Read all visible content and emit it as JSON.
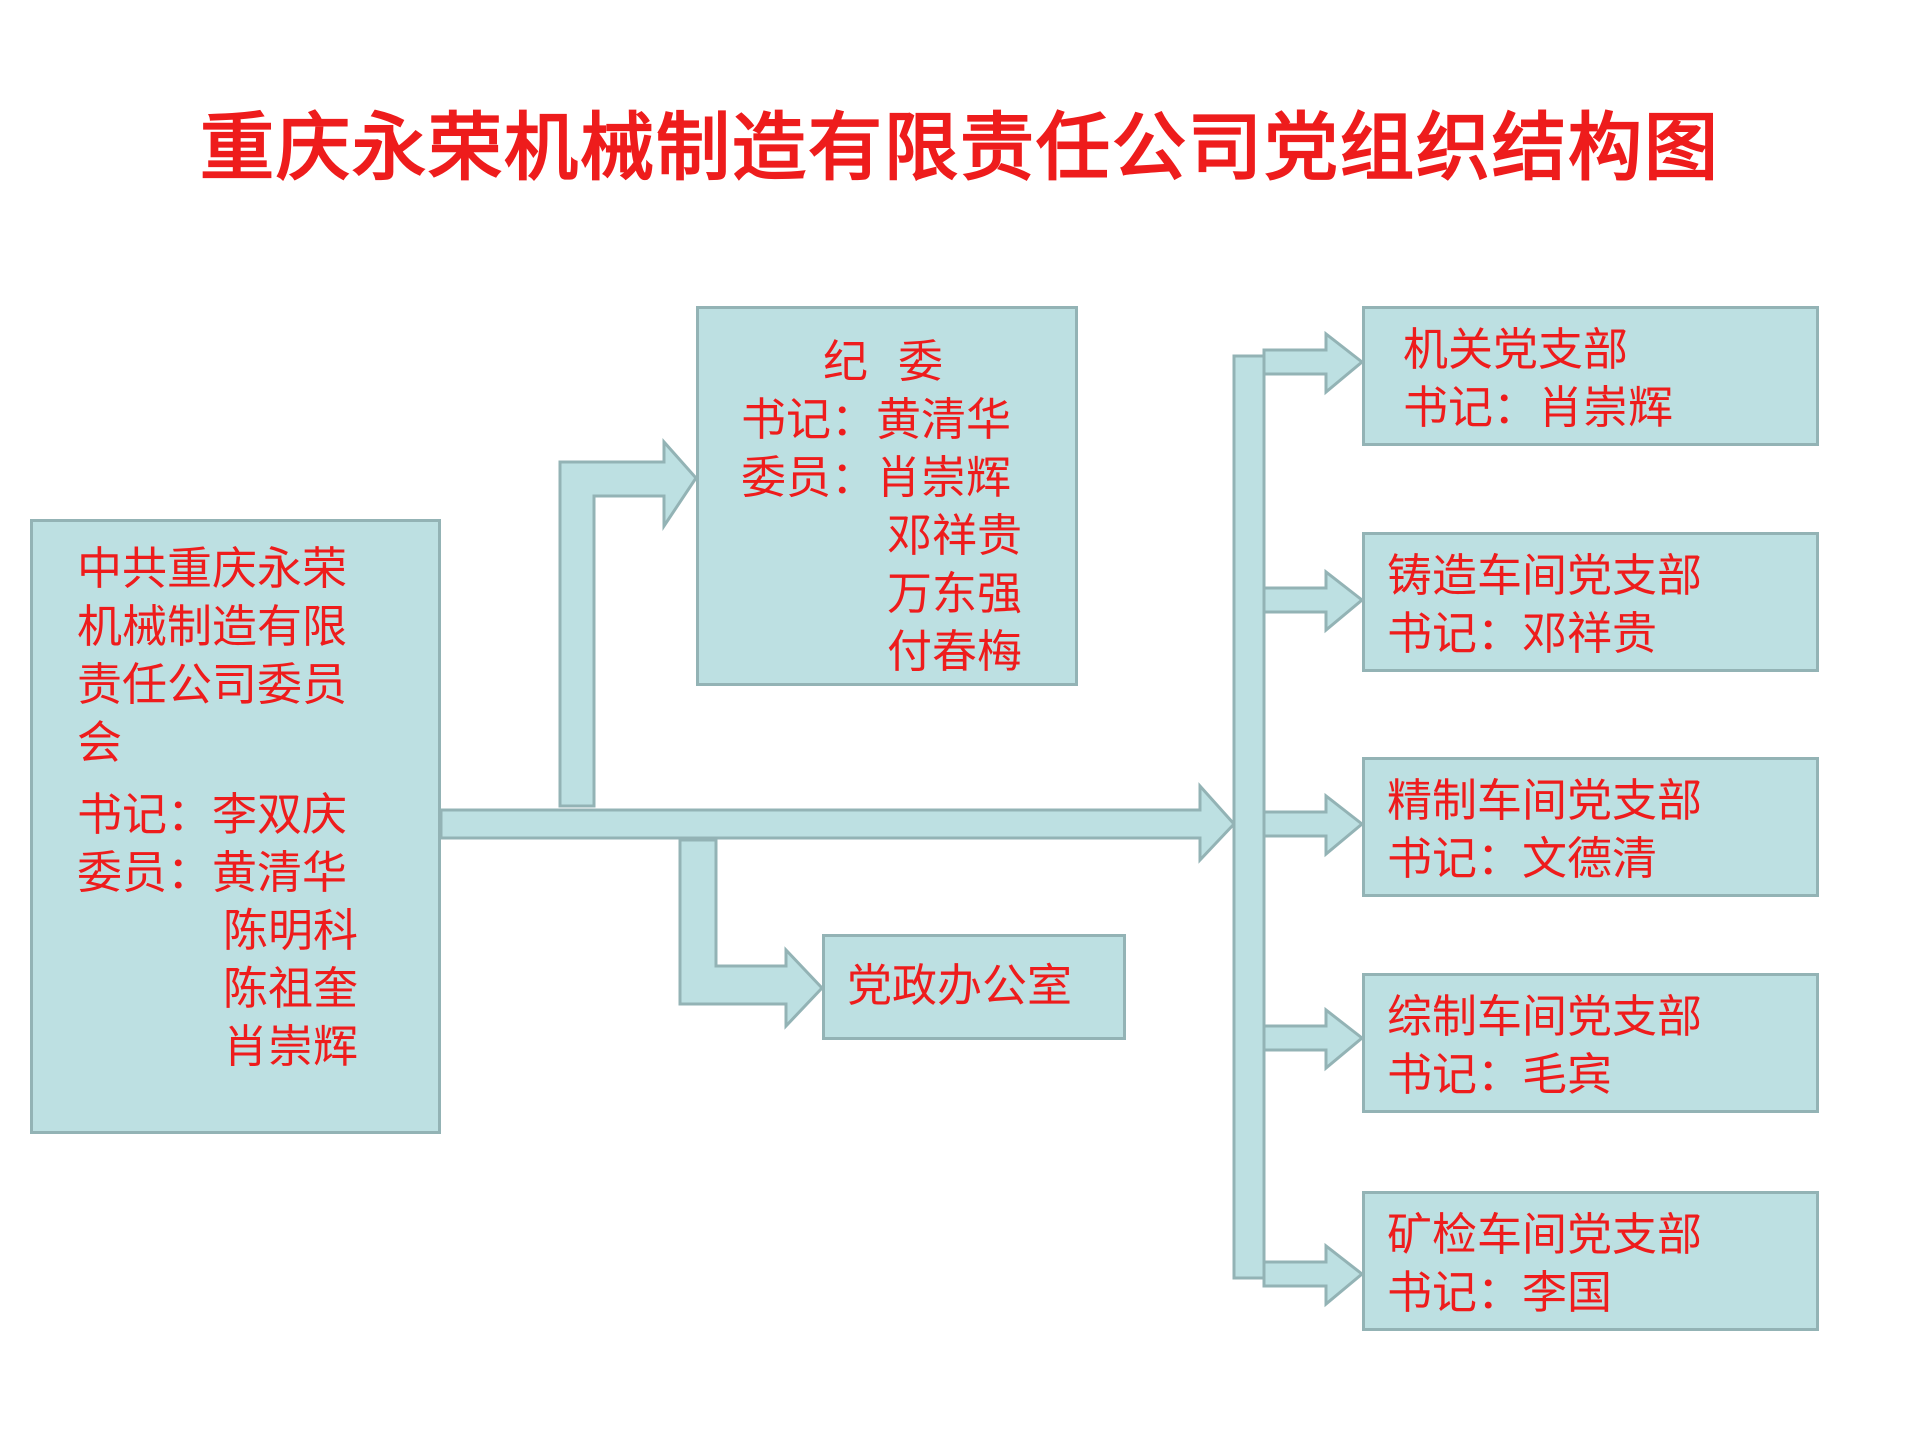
{
  "title": "重庆永荣机械制造有限责任公司党组织结构图",
  "colors": {
    "text": "#ee1c1c",
    "box_fill": "#bde0e2",
    "box_border": "#93b3b5"
  },
  "main_committee": {
    "name_lines": [
      "中共重庆永荣",
      "机械制造有限",
      "责任公司委员",
      "会"
    ],
    "secretary": "书记：李双庆",
    "members_first": "委员：黄清华",
    "members_rest": [
      "陈明科",
      "陈祖奎",
      "肖崇辉"
    ]
  },
  "discipline_commission": {
    "name_a": "纪",
    "name_b": "委",
    "secretary": "书记：黄清华",
    "members_first": "委员：肖崇辉",
    "members_rest": [
      "邓祥贵",
      "万东强",
      "付春梅"
    ]
  },
  "office": {
    "name": "党政办公室"
  },
  "branches": [
    {
      "name": "机关党支部",
      "secretary": "书记：肖崇辉"
    },
    {
      "name": "铸造车间党支部",
      "secretary": "书记：邓祥贵"
    },
    {
      "name": "精制车间党支部",
      "secretary": "书记：文德清"
    },
    {
      "name": "综制车间党支部",
      "secretary": "书记：毛宾"
    },
    {
      "name": "矿检车间党支部",
      "secretary": "书记：李国"
    }
  ]
}
